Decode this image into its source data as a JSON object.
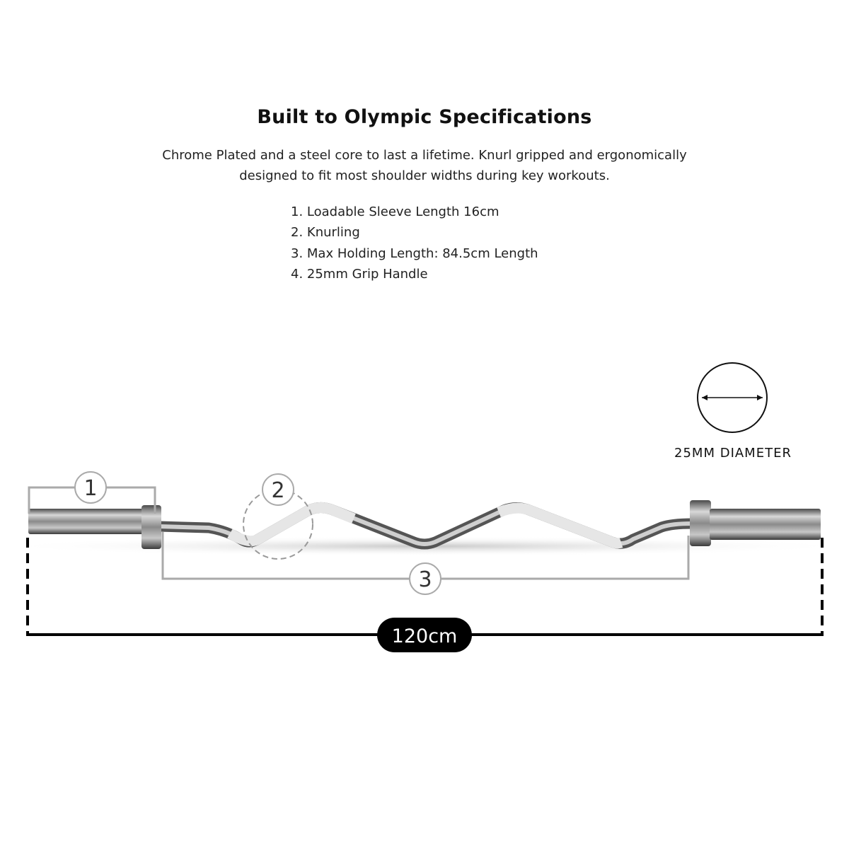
{
  "header": {
    "title": "Built to Olympic Specifications",
    "description": "Chrome Plated and a steel core to last a lifetime. Knurl gripped and ergonomically designed to fit most shoulder widths during key workouts."
  },
  "features": [
    "1. Loadable Sleeve Length 16cm",
    "2. Knurling",
    "3. Max Holding Length: 84.5cm Length",
    "4. 25mm Grip Handle"
  ],
  "diagram": {
    "callouts": [
      "1",
      "2",
      "3"
    ],
    "total_length": "120cm",
    "diameter_label": "25MM DIAMETER"
  },
  "colors": {
    "callout_gray": "#aaaaaa",
    "dimension_black": "#000000"
  }
}
